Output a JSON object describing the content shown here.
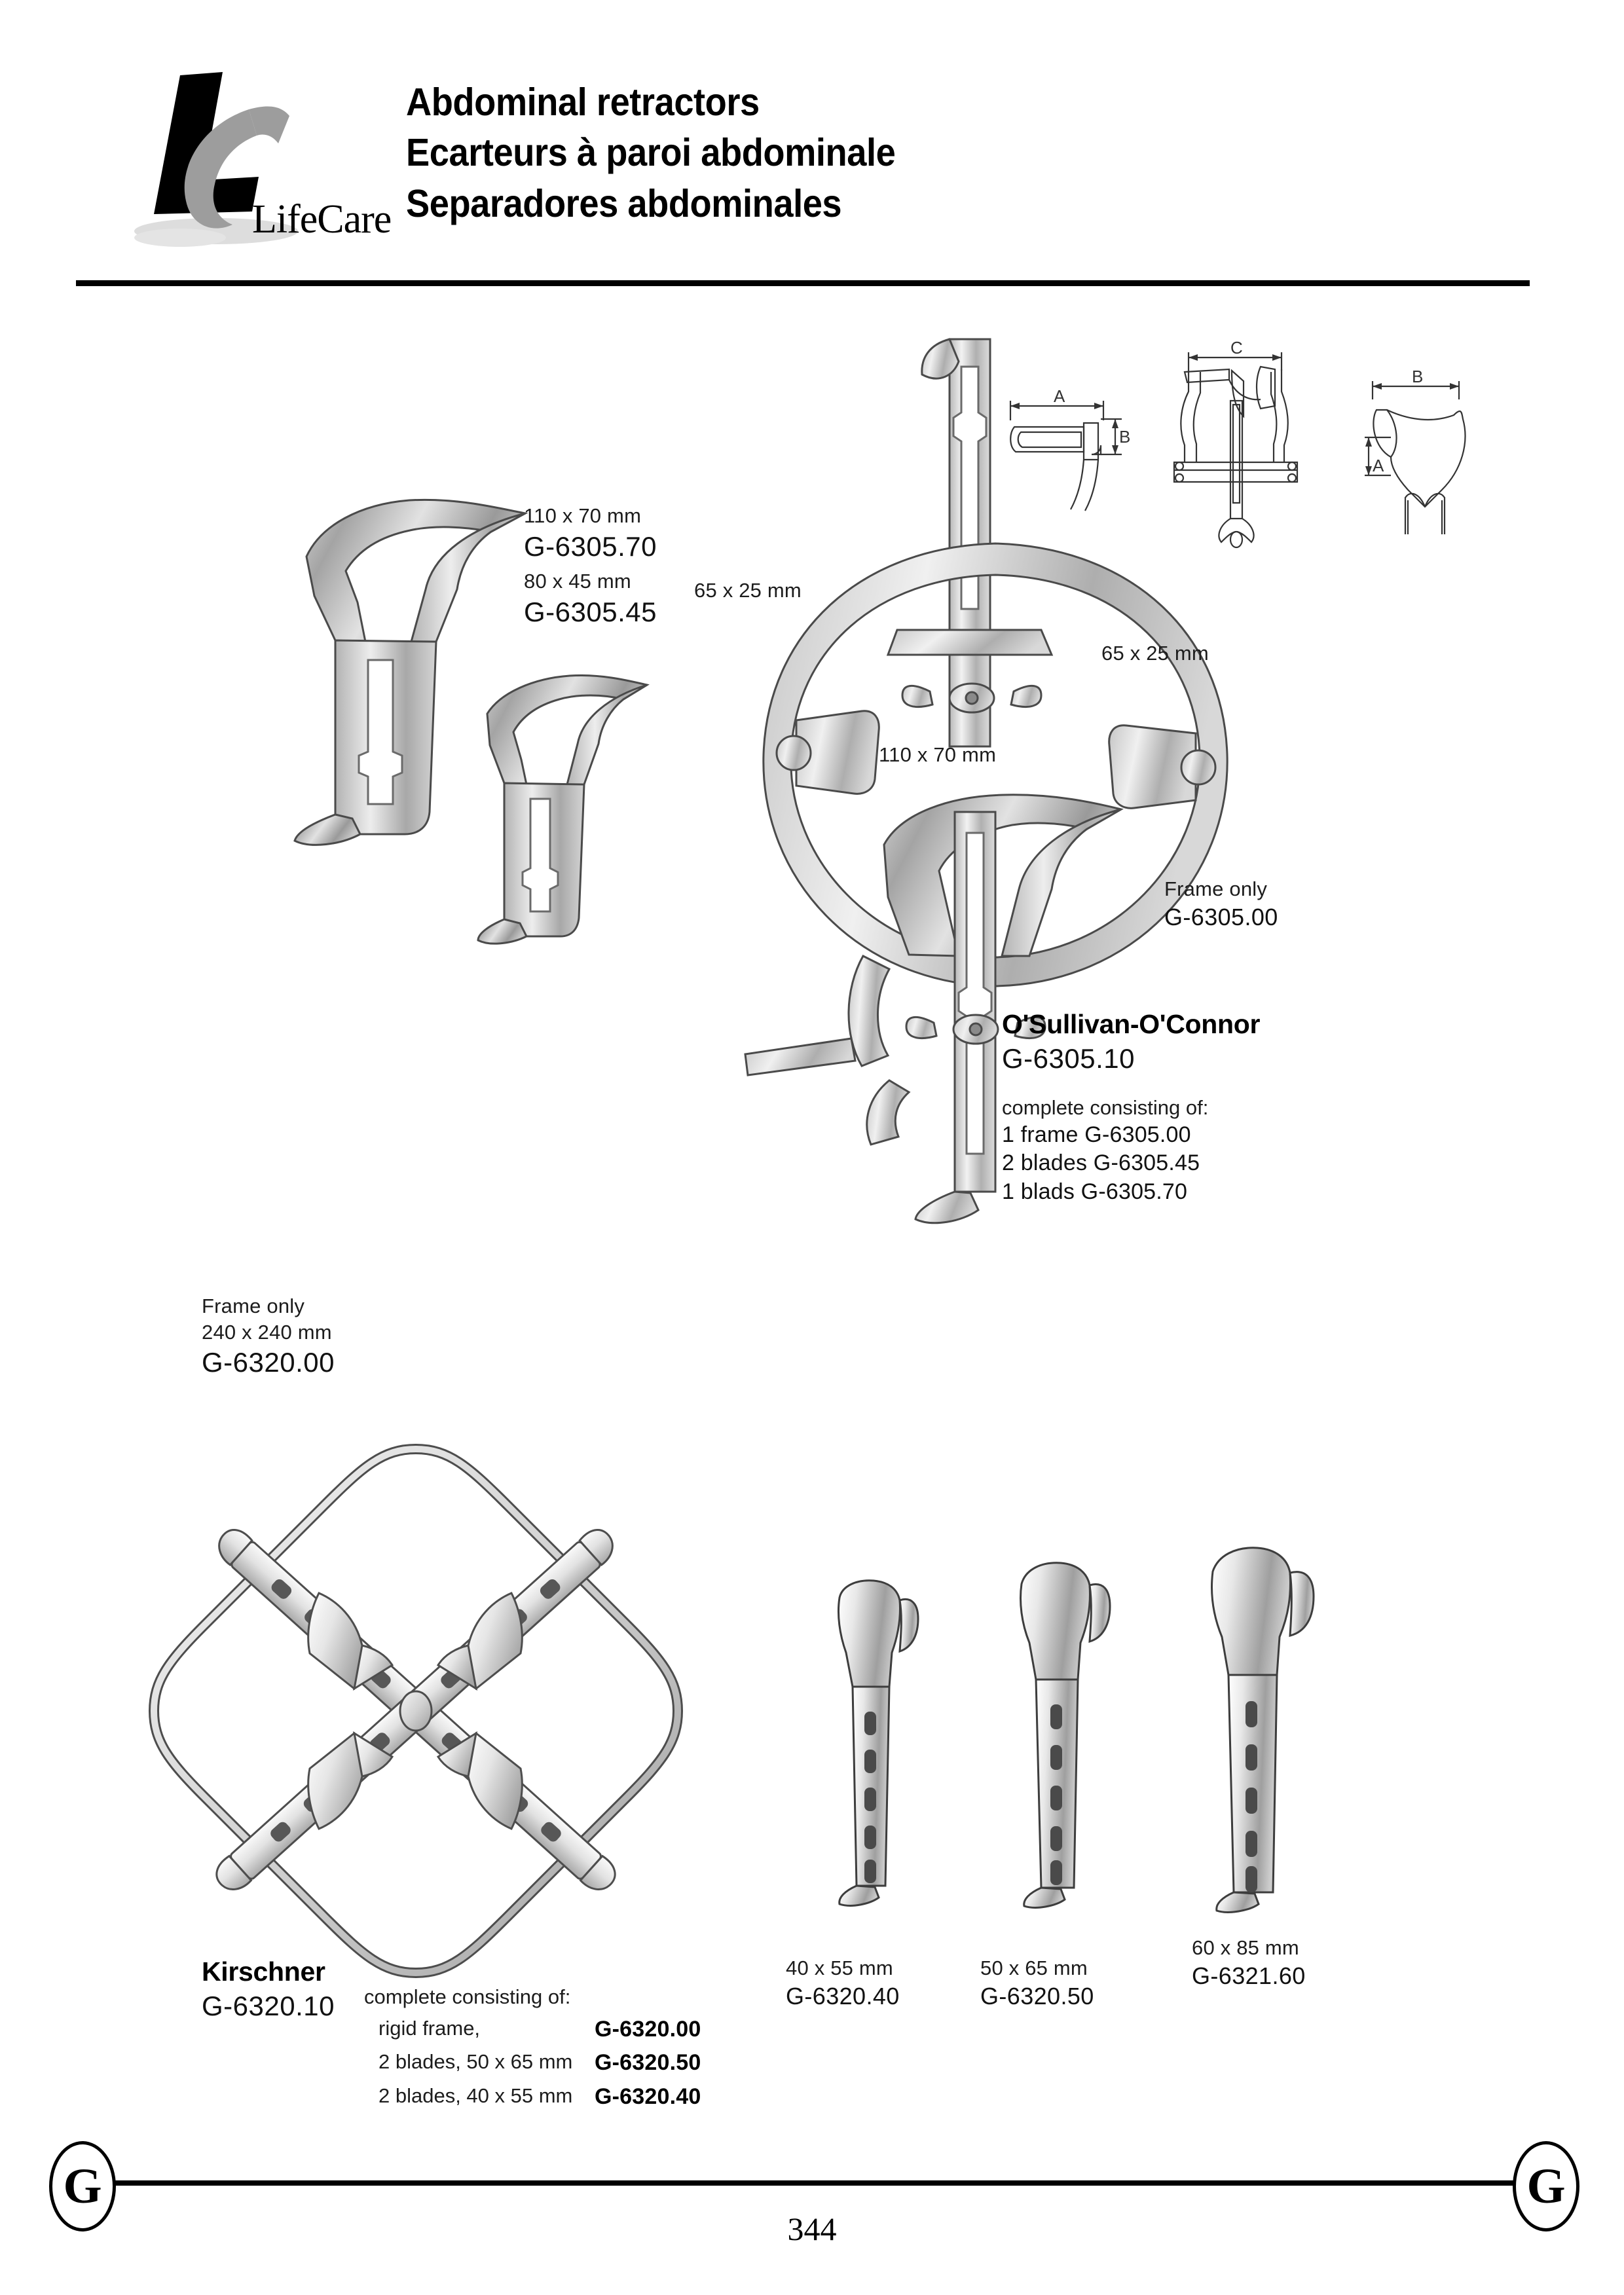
{
  "header": {
    "logo_word": "LifeCare",
    "titles": [
      "Abdominal retractors",
      "Ecarteurs à paroi abdominale",
      "Separadores abdominales"
    ]
  },
  "products": {
    "blade_110x70": {
      "size": "110 x 70 mm",
      "code": "G-6305.70"
    },
    "blade_80x45": {
      "size": "80 x 45 mm",
      "code": "G-6305.45"
    },
    "frame_left_size": "65 x 25 mm",
    "frame_right_size": "65 x 25 mm",
    "centre_blade_size": "110 x 70 mm",
    "frame_only": {
      "label": "Frame only",
      "code": "G-6305.00"
    },
    "osullivan": {
      "name": "O'Sullivan-O'Connor",
      "code": "G-6305.10",
      "consisting_heading": "complete consisting of:",
      "parts": [
        "1 frame G-6305.00",
        "2 blades G-6305.45",
        "1 blads G-6305.70"
      ]
    },
    "kirschner_frame_only": {
      "label": "Frame only",
      "size": "240 x 240 mm",
      "code": "G-6320.00"
    },
    "kirschner": {
      "name": "Kirschner",
      "code": "G-6320.10",
      "consisting_heading": "complete consisting of:",
      "rows": [
        {
          "desc": "rigid frame,",
          "code": "G-6320.00"
        },
        {
          "desc": "2  blades,  50 x 65 mm",
          "code": "G-6320.50"
        },
        {
          "desc": "2  blades,  40 x 55 mm",
          "code": "G-6320.40"
        }
      ]
    },
    "kirschner_blades": [
      {
        "size": "40 x 55 mm",
        "code": "G-6320.40"
      },
      {
        "size": "50 x 65 mm",
        "code": "G-6320.50"
      },
      {
        "size": "60 x 85 mm",
        "code": "G-6321.60"
      }
    ]
  },
  "diagrams": {
    "side_view_blade": {
      "dim_a": "A",
      "dim_b": "B"
    },
    "front_view_frame": {
      "dim_c": "C"
    },
    "blade_face": {
      "dim_a": "A",
      "dim_b": "B"
    }
  },
  "footer": {
    "mark_left": "G",
    "mark_right": "G",
    "page_number": "344"
  }
}
